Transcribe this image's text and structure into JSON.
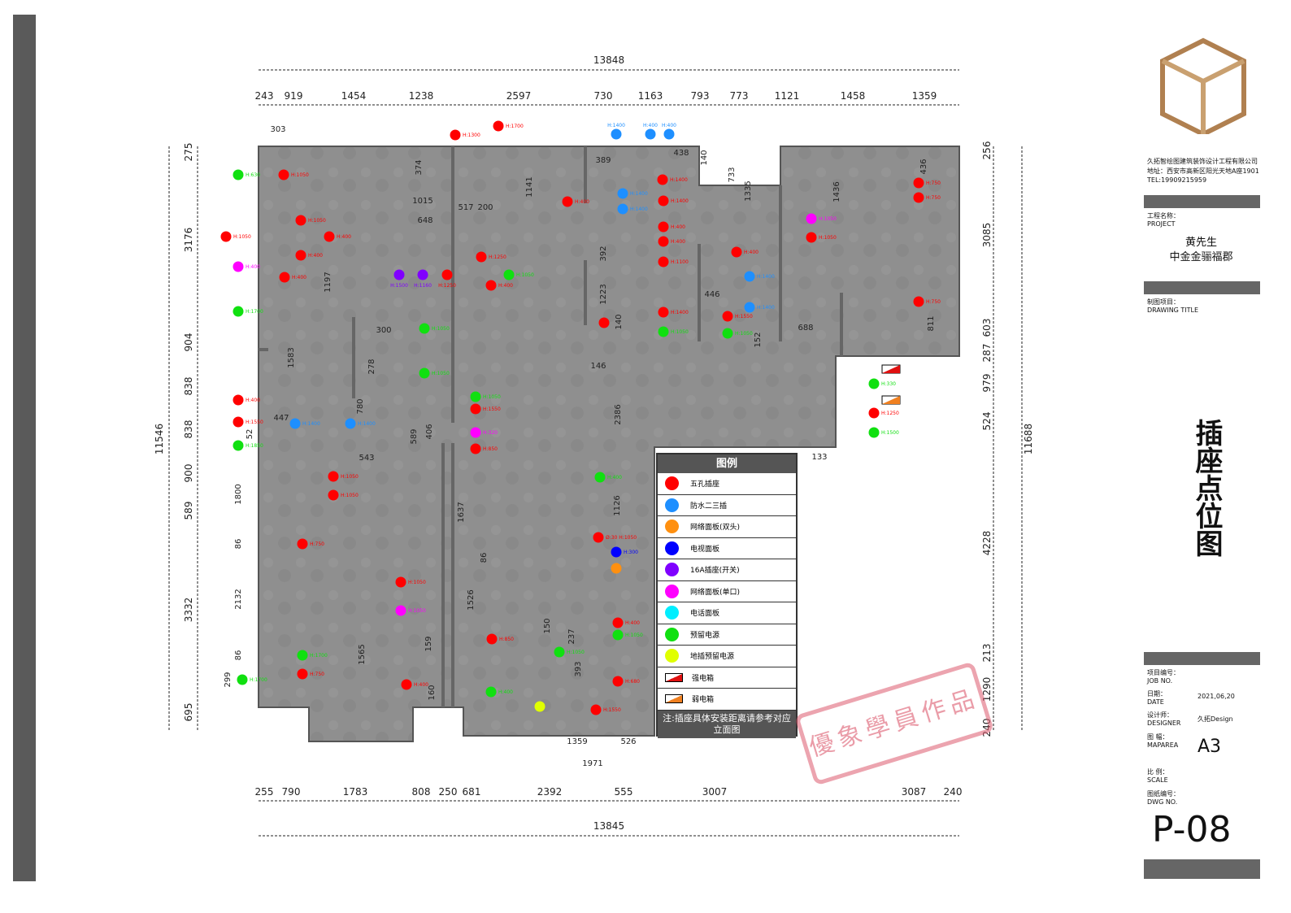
{
  "dimensions": {
    "top_total": "13848",
    "top": [
      "243",
      "919",
      "1454",
      "1238",
      "2597",
      "730",
      "1163",
      "793",
      "773",
      "1121",
      "1458",
      "1359"
    ],
    "bottom_total": "13845",
    "bottom": [
      "255",
      "790",
      "1783",
      "808",
      "250",
      "681",
      "2392",
      "555",
      "3007",
      "3087",
      "240"
    ],
    "left_total": "11546",
    "left": [
      "275",
      "3176",
      "904",
      "838",
      "838",
      "900",
      "589",
      "3332",
      "695"
    ],
    "right_total": "11688",
    "right": [
      "256",
      "3085",
      "603",
      "287",
      "979",
      "524",
      "4228",
      "213",
      "1290",
      "240"
    ],
    "inner": [
      "303",
      "374",
      "1015",
      "648",
      "517",
      "200",
      "1141",
      "389",
      "438",
      "140",
      "733",
      "1335",
      "1436",
      "436",
      "1197",
      "1583",
      "300",
      "278",
      "780",
      "447",
      "52",
      "543",
      "406",
      "589",
      "392",
      "1223",
      "140",
      "446",
      "688",
      "152",
      "811",
      "146",
      "2386",
      "1637",
      "86",
      "1126",
      "1526",
      "159",
      "1565",
      "160",
      "150",
      "237",
      "393",
      "1800",
      "2132",
      "86",
      "86",
      "299",
      "133",
      "1359",
      "526",
      "1971"
    ]
  },
  "legend": {
    "title": "图例",
    "items": [
      {
        "label": "五孔插座",
        "color": "#ff0000"
      },
      {
        "label": "防水二三插",
        "color": "#1e8fff"
      },
      {
        "label": "网络面板(双头)",
        "color": "#ff9010"
      },
      {
        "label": "电视面板",
        "color": "#0000ff"
      },
      {
        "label": "16A插座(开关)",
        "color": "#8000ff"
      },
      {
        "label": "网络面板(单口)",
        "color": "#ff00ff"
      },
      {
        "label": "电话面板",
        "color": "#00eeff"
      },
      {
        "label": "预留电源",
        "color": "#10e010"
      },
      {
        "label": "地插预留电源",
        "color": "#e0ff00"
      }
    ],
    "boxes": [
      {
        "label": "强电箱",
        "color": "#e01010"
      },
      {
        "label": "弱电箱",
        "color": "#f08020"
      }
    ],
    "note": "注:插座具体安装距离请参考对应立面图"
  },
  "outlets": [
    {
      "t": 0,
      "l": "H:1050"
    },
    {
      "t": 7,
      "l": "H:630"
    },
    {
      "t": 0,
      "l": "H:1050"
    },
    {
      "t": 0,
      "l": "H:1050"
    },
    {
      "t": 0,
      "l": "H:400"
    },
    {
      "t": 5,
      "l": "H:400"
    },
    {
      "t": 0,
      "l": "H:400"
    },
    {
      "t": 0,
      "l": "H:400"
    },
    {
      "t": 7,
      "l": "H:1700"
    },
    {
      "t": 0,
      "l": "H:400"
    },
    {
      "t": 0,
      "l": "H:1550"
    },
    {
      "t": 7,
      "l": "H:1850"
    },
    {
      "t": 1,
      "l": "H:1400"
    },
    {
      "t": 1,
      "l": "H:1400"
    },
    {
      "t": 0,
      "l": "H:1050"
    },
    {
      "t": 0,
      "l": "H:1050"
    },
    {
      "t": 0,
      "l": "H:750"
    },
    {
      "t": 7,
      "l": "H:1700"
    },
    {
      "t": 0,
      "l": "H:750"
    },
    {
      "t": 7,
      "l": "H:1700"
    },
    {
      "t": 4,
      "l": "H:1500"
    },
    {
      "t": 4,
      "l": "H:1160"
    },
    {
      "t": 0,
      "l": "H:1250"
    },
    {
      "t": 0,
      "l": "H:1250"
    },
    {
      "t": 0,
      "l": "H:400"
    },
    {
      "t": 7,
      "l": "H:1050"
    },
    {
      "t": 0,
      "l": "H:1700"
    },
    {
      "t": 0,
      "l": "H:1300"
    },
    {
      "t": 7,
      "l": "H:1050"
    },
    {
      "t": 7,
      "l": "H:1050"
    },
    {
      "t": 7,
      "l": "H:1050"
    },
    {
      "t": 0,
      "l": "H:1550"
    },
    {
      "t": 5,
      "l": "H:320"
    },
    {
      "t": 0,
      "l": "H:850"
    },
    {
      "t": 0,
      "l": "H:1050"
    },
    {
      "t": 5,
      "l": "H:1050"
    },
    {
      "t": 0,
      "l": "H:400"
    },
    {
      "t": 0,
      "l": "H:850"
    },
    {
      "t": 7,
      "l": "H:400"
    },
    {
      "t": 8,
      "l": ""
    },
    {
      "t": 0,
      "l": "H:400"
    },
    {
      "t": 1,
      "l": "H:1400"
    },
    {
      "t": 1,
      "l": "H:400"
    },
    {
      "t": 1,
      "l": "H:400"
    },
    {
      "t": 0,
      "l": "H:1400"
    },
    {
      "t": 1,
      "l": "H:1400"
    },
    {
      "t": 1,
      "l": "H:1400"
    },
    {
      "t": 0,
      "l": "H:1400"
    },
    {
      "t": 0,
      "l": "H:400"
    },
    {
      "t": 0,
      "l": "H:400"
    },
    {
      "t": 0,
      "l": "H:1100"
    },
    {
      "t": 0,
      "l": "H:400"
    },
    {
      "t": 1,
      "l": "H:1400"
    },
    {
      "t": 1,
      "l": "H:1400"
    },
    {
      "t": 0,
      "l": "H:1550"
    },
    {
      "t": 0,
      "l": "H:1400"
    },
    {
      "t": 7,
      "l": "H:1050"
    },
    {
      "t": 0,
      "l": ""
    },
    {
      "t": 7,
      "l": "H:1050"
    },
    {
      "t": 7,
      "l": "H:400"
    },
    {
      "t": 0,
      "l": "Ø:30 H:1050"
    },
    {
      "t": 3,
      "l": "H:300"
    },
    {
      "t": 2,
      "l": ""
    },
    {
      "t": 0,
      "l": "H:400"
    },
    {
      "t": 7,
      "l": "H:1050"
    },
    {
      "t": 7,
      "l": "H:1050"
    },
    {
      "t": 0,
      "l": "H:680"
    },
    {
      "t": 0,
      "l": "H:1550"
    },
    {
      "t": 0,
      "l": "H:750"
    },
    {
      "t": 0,
      "l": "H:750"
    },
    {
      "t": 5,
      "l": "H:1050"
    },
    {
      "t": 0,
      "l": "H:1050"
    },
    {
      "t": 0,
      "l": "H:750"
    },
    {
      "t": 7,
      "l": "H:330"
    },
    {
      "t": 0,
      "l": "H:1250"
    },
    {
      "t": 7,
      "l": "H:1500"
    }
  ],
  "title_block": {
    "company": "久拓智绘图建筑装饰设计工程有限公司",
    "address": "地址：西安市高新区阳光天地A座1901",
    "tel": "TEL:19909215959",
    "project_label_cn": "工程名称：",
    "project_label_en": "PROJECT",
    "project_client": "黄先生",
    "project_name": "中金金骊福郡",
    "drawing_label_cn": "制图项目：",
    "drawing_label_en": "DRAWING TITLE",
    "drawing_title": "插座点位图",
    "job_cn": "项目编号：",
    "job_en": "JOB NO.",
    "date_cn": "日期：",
    "date_en": "DATE",
    "date": "2021,06,20",
    "designer_cn": "设计师：",
    "designer_en": "DESIGNER",
    "designer": "久拓Design",
    "maparea_cn": "图 幅：",
    "maparea_en": "MAPAREA",
    "maparea": "A3",
    "scale_cn": "比 例：",
    "scale_en": "SCALE",
    "dwg_cn": "图纸编号：",
    "dwg_en": "DWG NO.",
    "dwg": "P-08"
  },
  "watermark": "優象學員作品"
}
